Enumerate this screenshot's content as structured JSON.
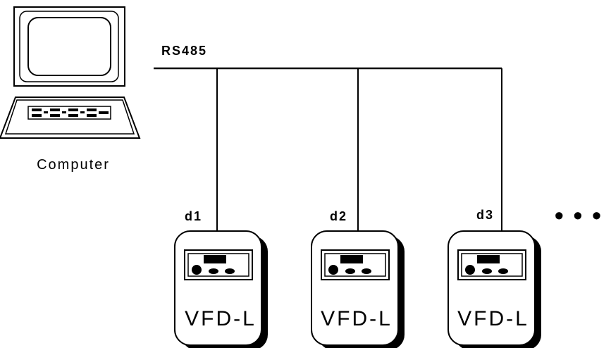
{
  "bus": {
    "label": "RS485"
  },
  "computer": {
    "label": "Computer",
    "icon": "computer-icon"
  },
  "drives": [
    {
      "address": "d1",
      "model": "VFD-L"
    },
    {
      "address": "d2",
      "model": "VFD-L"
    },
    {
      "address": "d3",
      "model": "VFD-L"
    }
  ],
  "more_indicator": "• • •",
  "colors": {
    "line": "#000000",
    "background": "#ffffff"
  }
}
